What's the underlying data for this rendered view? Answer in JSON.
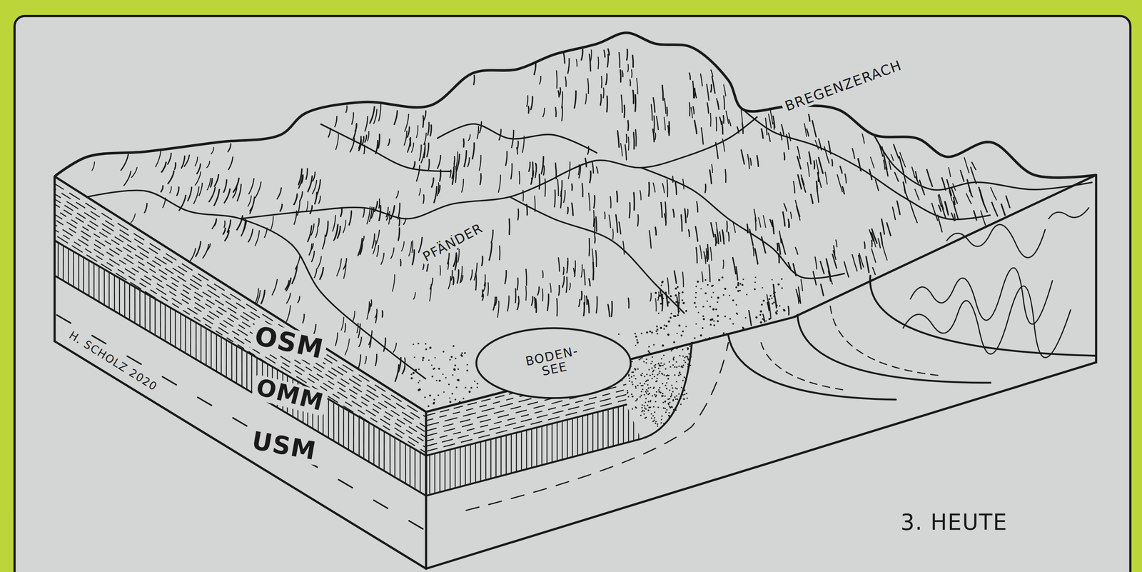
{
  "diagram": {
    "nodes": [
      {
        "text": [
          "BODEN- SEE"
        ]
      }
    ],
    "labels": [
      "BREGENZERACH",
      "PFÄNDER",
      "OSM",
      "OMM",
      "USM",
      "H. SCHOLZ 2020",
      "3. HEUTE"
    ]
  }
}
